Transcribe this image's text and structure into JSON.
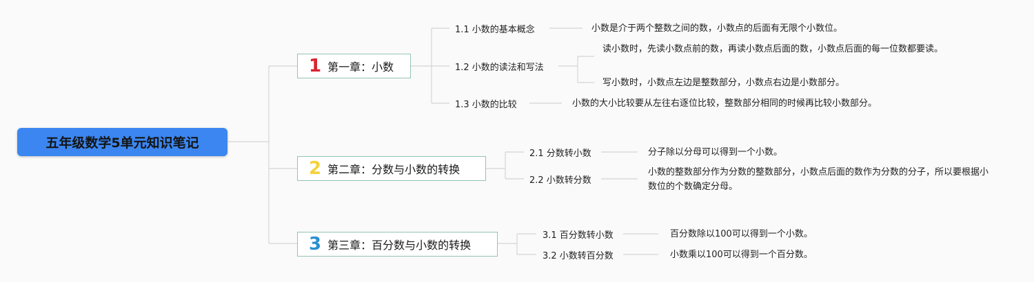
{
  "root": {
    "title": "五年级数学5单元知识笔记"
  },
  "chapters": [
    {
      "number": "1",
      "number_color": "#d9242f",
      "title": "第一章：小数",
      "topics": [
        {
          "label": "1.1 小数的基本概念",
          "notes": [
            "小数是介于两个整数之间的数，小数点的后面有无限个小数位。"
          ]
        },
        {
          "label": "1.2 小数的读法和写法",
          "notes": [
            "读小数时，先读小数点前的数，再读小数点后面的数，小数点后面的每一位数都要读。",
            "写小数时，小数点左边是整数部分，小数点右边是小数部分。"
          ]
        },
        {
          "label": "1.3 小数的比较",
          "notes": [
            "小数的大小比较要从左往右逐位比较，整数部分相同的时候再比较小数部分。"
          ]
        }
      ]
    },
    {
      "number": "2",
      "number_color": "#f3d23a",
      "title": "第二章：分数与小数的转换",
      "topics": [
        {
          "label": "2.1 分数转小数",
          "notes": [
            "分子除以分母可以得到一个小数。"
          ]
        },
        {
          "label": "2.2 小数转分数",
          "notes": [
            "小数的整数部分作为分数的整数部分，小数点后面的数作为分数的分子，所以要根据小数位的个数确定分母。"
          ]
        }
      ]
    },
    {
      "number": "3",
      "number_color": "#2a8fd0",
      "title": "第三章：百分数与小数的转换",
      "topics": [
        {
          "label": "3.1 百分数转小数",
          "notes": [
            "百分数除以100可以得到一个小数。"
          ]
        },
        {
          "label": "3.2 小数转百分数",
          "notes": [
            "小数乘以100可以得到一个百分数。"
          ]
        }
      ]
    }
  ],
  "colors": {
    "root_fill": "#3b86f0",
    "chapter_border": "#92c4b2",
    "connector": "#d4d4d4"
  }
}
